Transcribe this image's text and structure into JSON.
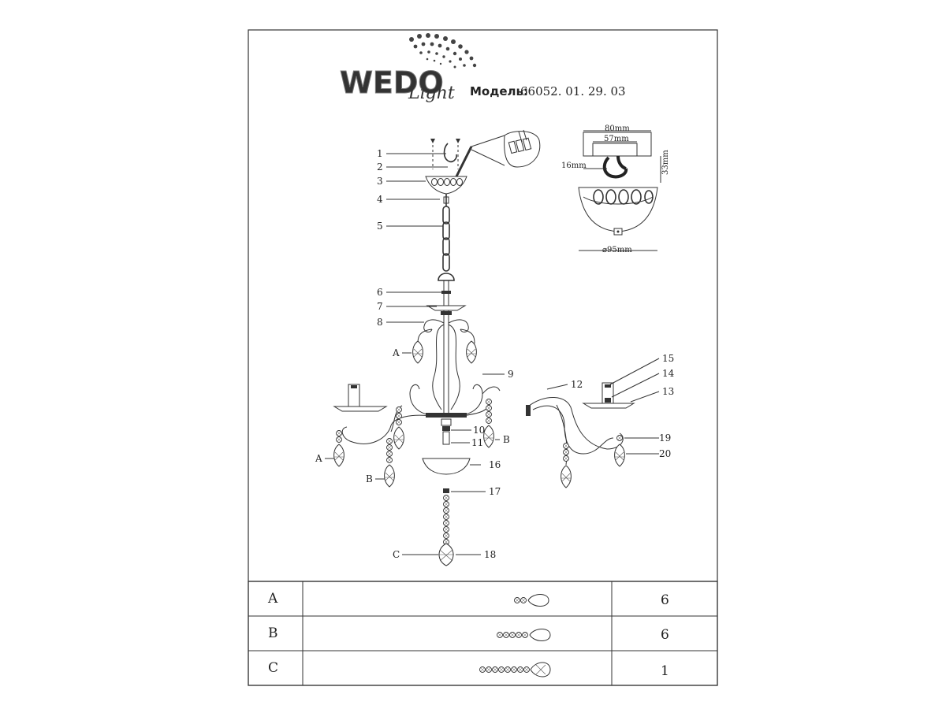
{
  "brand": {
    "logo_text": "WEDO",
    "logo_script": "Light"
  },
  "model": {
    "label": "Модель:",
    "number": "66052. 01. 29. 03"
  },
  "callouts": {
    "n1": "1",
    "n2": "2",
    "n3": "3",
    "n4": "4",
    "n5": "5",
    "n6": "6",
    "n7": "7",
    "n8": "8",
    "n9": "9",
    "n10": "10",
    "n11": "11",
    "n12": "12",
    "n13": "13",
    "n14": "14",
    "n15": "15",
    "n16": "16",
    "n17": "17",
    "n18": "18",
    "n19": "19",
    "n20": "20",
    "a_left_upper": "A",
    "a_left_lower": "A",
    "b_left": "B",
    "b_right": "B",
    "c": "C"
  },
  "mount_detail": {
    "width_outer": "80mm",
    "width_inner": "57mm",
    "hook_offset": "16mm",
    "height": "33mm",
    "diameter": "⌀95mm"
  },
  "parts_table": {
    "rows": [
      {
        "code": "A",
        "qty": "6",
        "icon": "crystal-pendant-a-icon"
      },
      {
        "code": "B",
        "qty": "6",
        "icon": "crystal-pendant-b-icon"
      },
      {
        "code": "C",
        "qty": "1",
        "icon": "crystal-pendant-c-icon"
      }
    ]
  }
}
